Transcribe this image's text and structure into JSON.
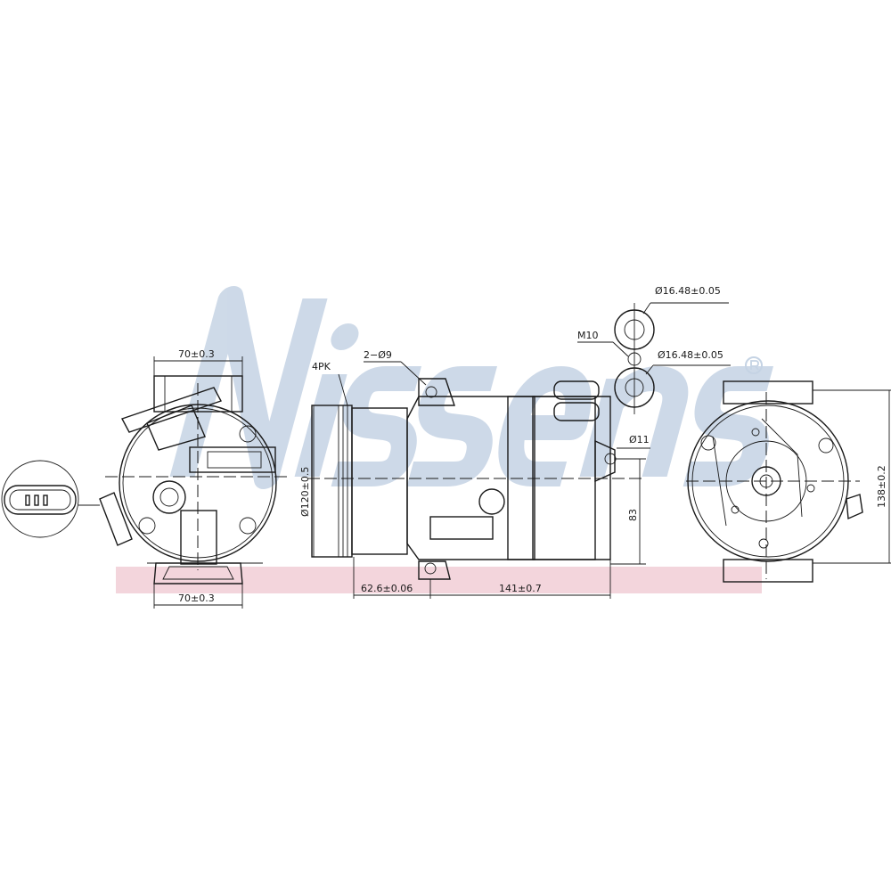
{
  "watermark": {
    "brand": "Nissens",
    "registered": "®",
    "blue": "#c5d3e4",
    "band": "#f3d5dc"
  },
  "labels": {
    "front_width_top": "70±0.3",
    "front_width_bottom": "70±0.3",
    "pulley_type": "4PK",
    "mount_holes": "2−Ø9",
    "pulley_diameter": "Ø120±0.5",
    "pulley_offset": "62.6±0.06",
    "body_length": "141±0.7",
    "port_upper": "Ø16.48±0.05",
    "port_lower": "Ø16.48±0.05",
    "port_thread": "M10",
    "rear_hole": "Ø11",
    "rear_height": "83",
    "rear_view_height": "138±0.2"
  },
  "connector": {
    "pins": 3
  }
}
